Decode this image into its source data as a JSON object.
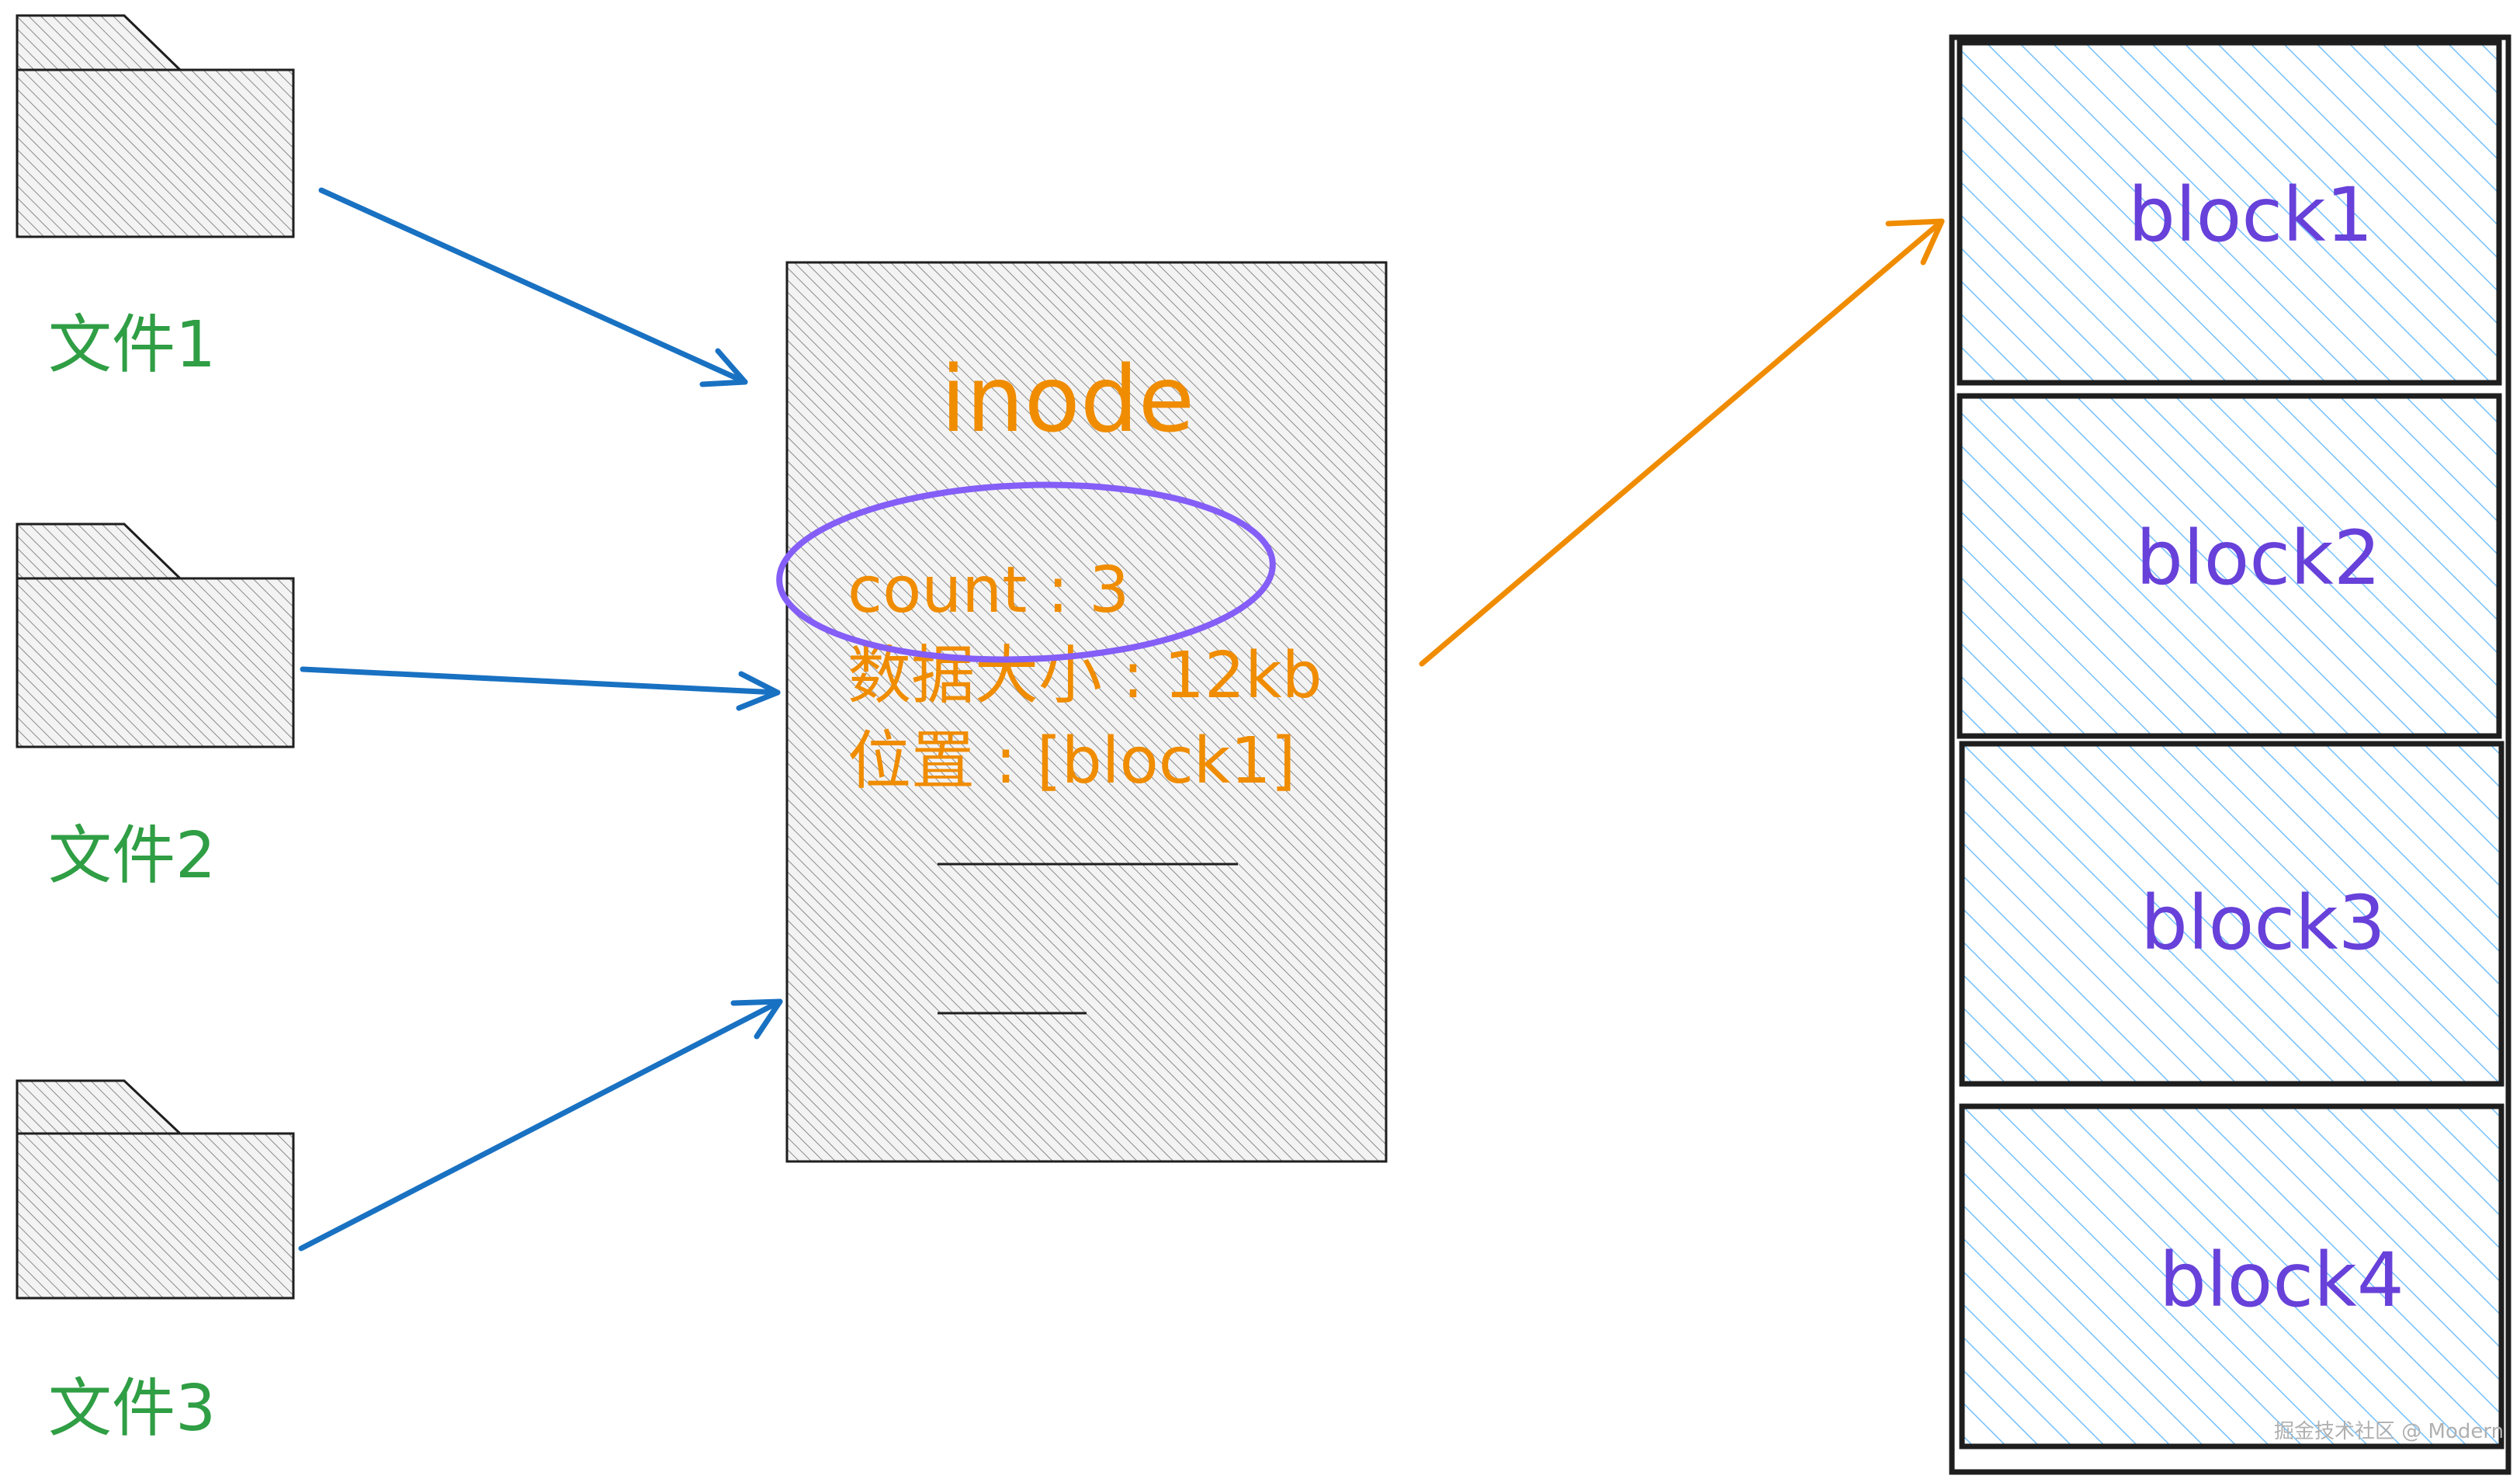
{
  "files": [
    {
      "label": "文件1"
    },
    {
      "label": "文件2"
    },
    {
      "label": "文件3"
    }
  ],
  "inode": {
    "title": "inode",
    "fields": [
      "count : 3",
      "数据大小 : 12kb",
      "位置 : [block1]"
    ]
  },
  "blocks": [
    {
      "label": "block1"
    },
    {
      "label": "block2"
    },
    {
      "label": "block3"
    },
    {
      "label": "block4"
    }
  ],
  "watermark": "掘金技术社区 @ Modern",
  "colors": {
    "file_arrow": "#1971c2",
    "file_label": "#2f9e44",
    "inode_text": "#f08c00",
    "inode_to_block_arrow": "#f08c00",
    "count_highlight": "#845ef7",
    "block_label": "#6741d9",
    "block_hatch": "#a5d8ff",
    "folder_hatch": "#7a7a7a"
  }
}
